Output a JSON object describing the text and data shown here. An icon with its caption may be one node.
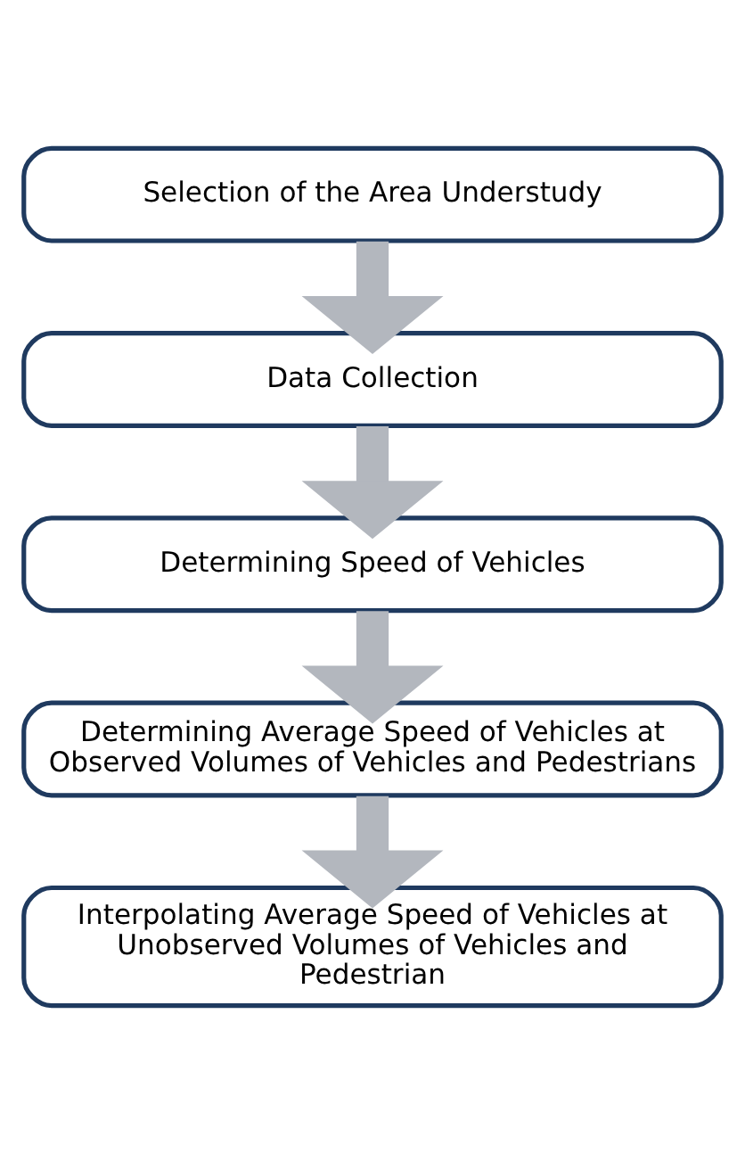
{
  "diagram": {
    "nodes": [
      {
        "text": [
          "Selection of the Area Understudy"
        ]
      },
      {
        "text": [
          "Data Collection"
        ]
      },
      {
        "text": [
          "Determining Speed of Vehicles"
        ]
      },
      {
        "text": [
          "Determining Average Speed of Vehicles at Observed Volumes of Vehicles and Pedestrians"
        ]
      },
      {
        "text": [
          "Interpolating Average Speed of Vehicles at Unobserved Volumes of Vehicles and Pedestrian"
        ]
      }
    ],
    "edges": [
      {
        "from": 0,
        "to": 1,
        "arrow": "to"
      },
      {
        "from": 1,
        "to": 2,
        "arrow": "to"
      },
      {
        "from": 2,
        "to": 3,
        "arrow": "to"
      },
      {
        "from": 3,
        "to": 4,
        "arrow": "to"
      }
    ]
  }
}
